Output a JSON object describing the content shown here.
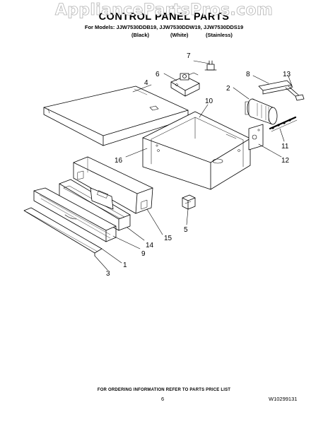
{
  "watermark": "AppliancePartsPros.com",
  "title": "CONTROL PANEL PARTS",
  "models_line": "For Models: JJW7530DDB19, JJW7530DDW19, JJW7530DDS19",
  "colors": [
    "(Black)",
    "(White)",
    "(Stainless)"
  ],
  "callouts": [
    "7",
    "6",
    "4",
    "8",
    "13",
    "2",
    "10",
    "11",
    "16",
    "12",
    "15",
    "14",
    "9",
    "1",
    "3",
    "5"
  ],
  "footer_note": "FOR ORDERING INFORMATION REFER TO PARTS PRICE LIST",
  "page_number": "6",
  "document_number": "W10299131"
}
